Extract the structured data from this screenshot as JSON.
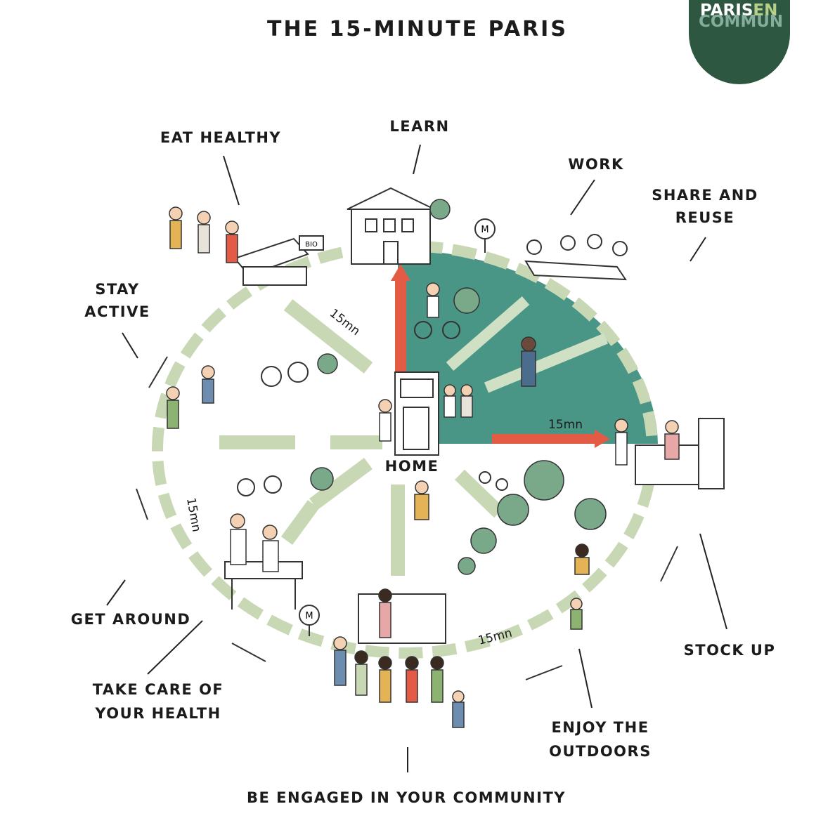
{
  "title": "THE 15-MINUTE PARIS",
  "logo": {
    "part1": "PARIS",
    "part2": "EN",
    "part3": "COMMUN"
  },
  "home_label": "HOME",
  "distance_label": "15mn",
  "metro_symbol": "M",
  "market_sign": "BIO",
  "labels": {
    "learn": "LEARN",
    "eat_healthy": "EAT HEALTHY",
    "work": "WORK",
    "share_reuse_1": "SHARE AND",
    "share_reuse_2": "REUSE",
    "stay_active_1": "STAY",
    "stay_active_2": "ACTIVE",
    "get_around": "GET AROUND",
    "take_care_1": "TAKE CARE OF",
    "take_care_2": "YOUR HEALTH",
    "stock_up": "STOCK UP",
    "enjoy_1": "ENJOY THE",
    "enjoy_2": "OUTDOORS",
    "community": "BE ENGAGED IN YOUR COMMUNITY"
  },
  "colors": {
    "teal": "#3f8f7f",
    "red_arrow": "#e35b44",
    "pale_green": "#c9d8b4",
    "tree_green": "#7aa98a",
    "logo_green": "#2e5742"
  },
  "icons": [
    "metro-sign-icon",
    "bicycle-icon",
    "tree-icon",
    "person-icon",
    "arrow-icon",
    "bench-icon",
    "market-stall-icon",
    "school-building-icon",
    "home-door-icon"
  ]
}
